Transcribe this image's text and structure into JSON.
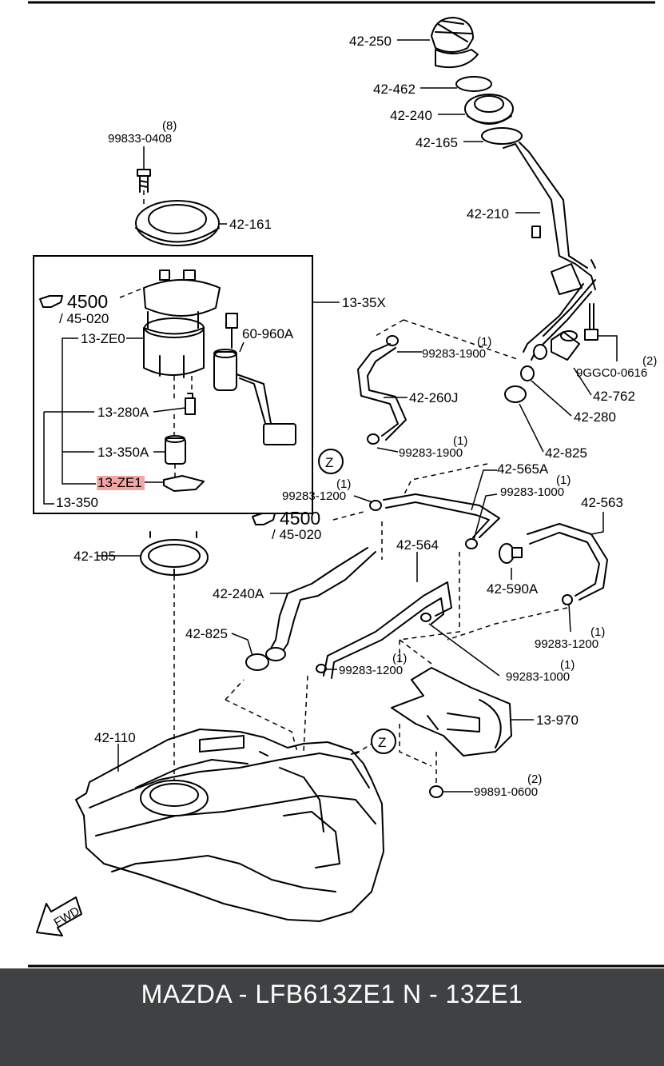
{
  "labels": {
    "l42_250": "42-250",
    "l42_462": "42-462",
    "l42_240": "42-240",
    "l42_165": "42-165",
    "l42_210": "42-210",
    "l99833": "99833-0408",
    "l99833_qty": "(8)",
    "l42_161": "42-161",
    "l13_35x": "13-35X",
    "l4500a": "4500",
    "l45020a": "/ 45-020",
    "l13_ze0": "13-ZE0",
    "l60_960a": "60-960A",
    "l13_280a": "13-280A",
    "l13_350a": "13-350A",
    "l13_ze1": "13-ZE1",
    "l13_350": "13-350",
    "l99283_1900a": "99283-1900",
    "l99283_1900a_qty": "(1)",
    "l42_260j": "42-260J",
    "l99283_1900b": "99283-1900",
    "l99283_1900b_qty": "(1)",
    "l9ggc0": "9GGC0-0616",
    "l9ggc0_qty": "(2)",
    "l42_762": "42-762",
    "l42_280": "42-280",
    "l42_825a": "42-825",
    "lZa": "Z",
    "l42_565a": "42-565A",
    "l99283_1000a": "99283-1000",
    "l99283_1000a_qty": "(1)",
    "l99283_1200a": "99283-1200",
    "l99283_1200a_qty": "(1)",
    "l4500b": "4500",
    "l45020b": "/ 45-020",
    "l42_563": "42-563",
    "l42_185": "42-185",
    "l42_564": "42-564",
    "l42_590a": "42-590A",
    "l42_240a": "42-240A",
    "l99283_1200b": "99283-1200",
    "l99283_1200b_qty": "(1)",
    "l42_825b": "42-825",
    "l99283_1200c": "99283-1200",
    "l99283_1200c_qty": "(1)",
    "l99283_1000b": "99283-1000",
    "l99283_1000b_qty": "(1)",
    "l13_970": "13-970",
    "l42_110": "42-110",
    "lZb": "Z",
    "l99891": "99891-0600",
    "l99891_qty": "(2)",
    "fwd": "FWD"
  },
  "highlight_color": "#f4a6a6",
  "footer": {
    "text": "MAZDA - LFB613ZE1   N - 13ZE1",
    "background": "#3f4143"
  }
}
